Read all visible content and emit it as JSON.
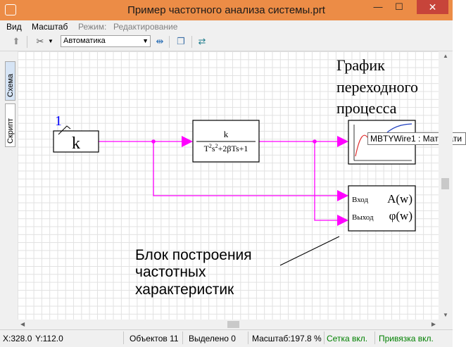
{
  "window": {
    "title": "Пример частотного анализа системы.prt",
    "minimize": "—",
    "maximize": "☐",
    "close": "✕"
  },
  "menu": [
    "Вид",
    "Масштаб"
  ],
  "mode": {
    "label": "Режим:",
    "value": "Редактирование"
  },
  "toolbar": {
    "combo_value": "Автоматика"
  },
  "side_tabs": [
    "Схема",
    "Скрипт"
  ],
  "diagram": {
    "gain_block": {
      "label": "k",
      "port_number": "1"
    },
    "transfer_block": {
      "numerator": "k",
      "den_T": "T",
      "den_exp": "2",
      "den_s": "s",
      "den_rest": "+2βTs+1"
    },
    "plot_caption": [
      "График",
      "переходного",
      "процесса"
    ],
    "freq_block": {
      "in1": "Вход",
      "in2": "Выход",
      "out1": "A(w)",
      "out2": "φ(w)"
    },
    "note": [
      "Блок построения",
      "частотных",
      "характеристик"
    ],
    "tooltip": "MBTYWire1 : Математи"
  },
  "status": {
    "x": "X:328.0",
    "y": "Y:112.0",
    "objects": "Объектов 11",
    "selected": "Выделено 0",
    "scale": "Масштаб:197.8 %",
    "grid": "Сетка вкл.",
    "snap": "Привязка вкл."
  },
  "colors": {
    "wire": "#ff00ff",
    "title_bar": "#ec8c46",
    "close": "#c7443a",
    "status_green": "#008000",
    "port_number": "#0000ff"
  }
}
